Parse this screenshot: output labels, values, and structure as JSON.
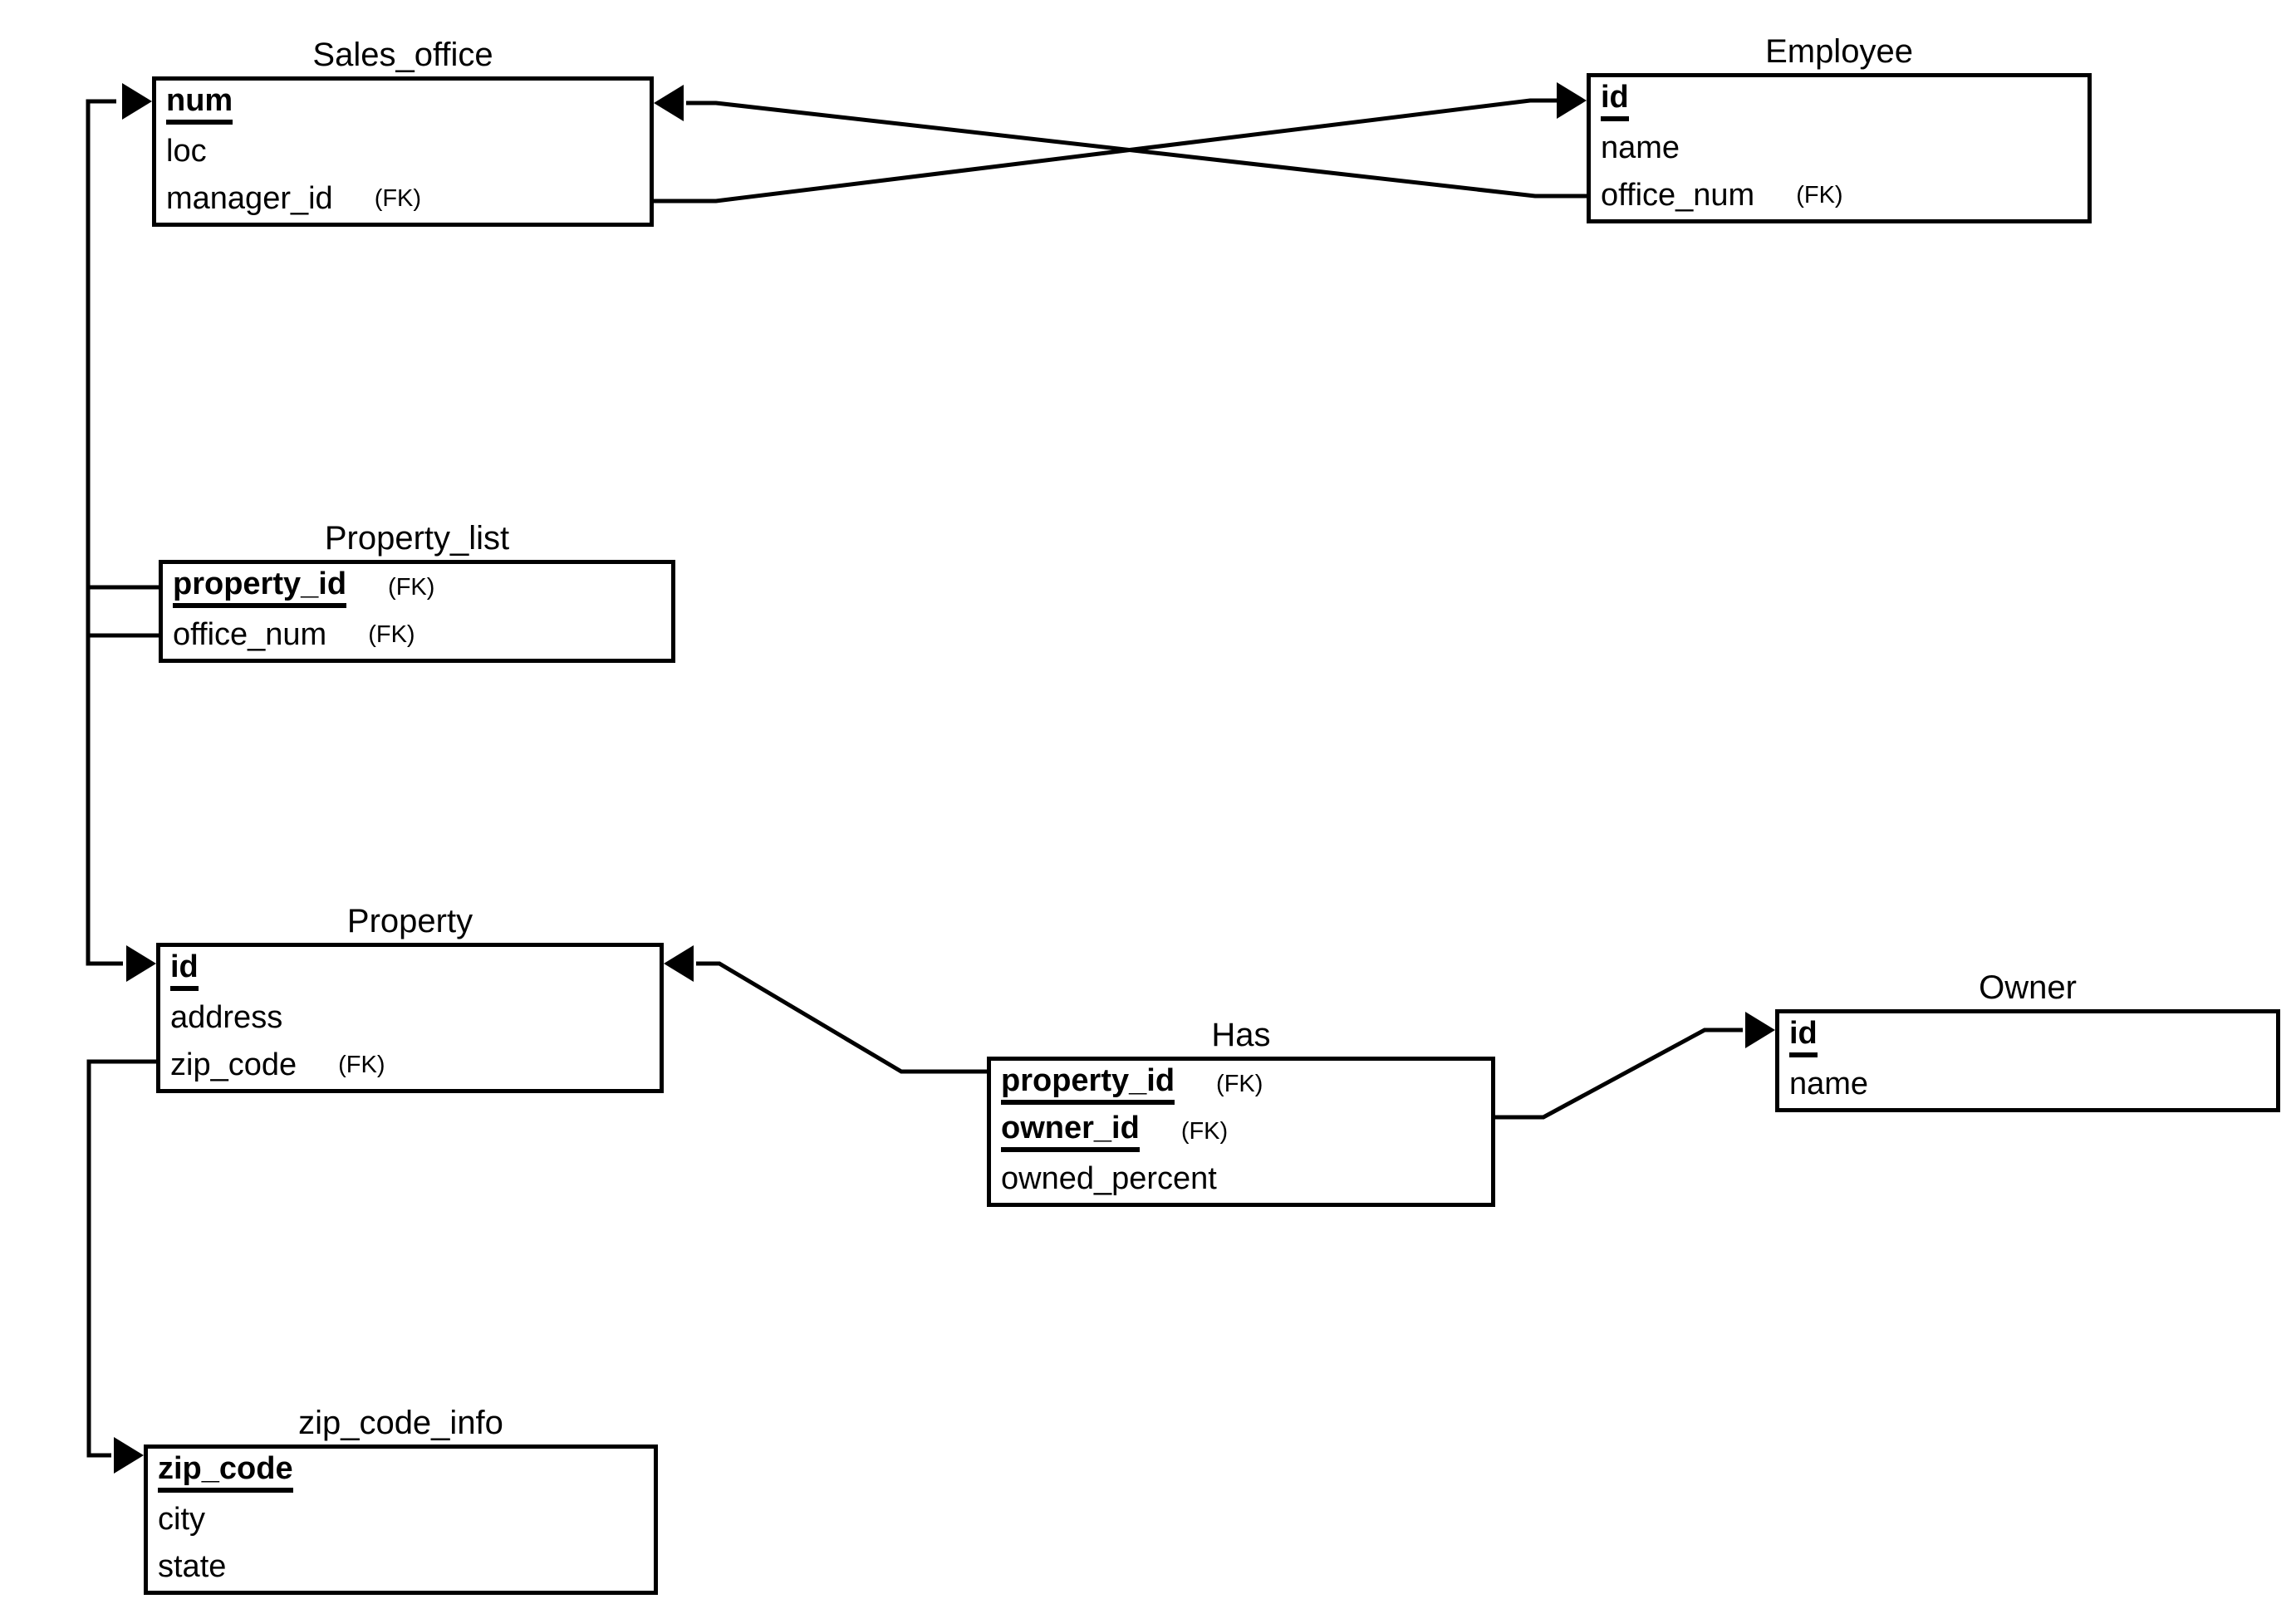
{
  "colors": {
    "ink": "#000000",
    "background": "#ffffff"
  },
  "fk_label": "(FK)",
  "entities": [
    {
      "id": "sales_office",
      "title": "Sales_office",
      "fields": [
        {
          "name": "num",
          "pk": true,
          "fk": false
        },
        {
          "name": "loc",
          "pk": false,
          "fk": false
        },
        {
          "name": "manager_id",
          "pk": false,
          "fk": true
        }
      ]
    },
    {
      "id": "employee",
      "title": "Employee",
      "fields": [
        {
          "name": "id",
          "pk": true,
          "fk": false
        },
        {
          "name": "name",
          "pk": false,
          "fk": false
        },
        {
          "name": "office_num",
          "pk": false,
          "fk": true
        }
      ]
    },
    {
      "id": "property_list",
      "title": "Property_list",
      "fields": [
        {
          "name": "property_id",
          "pk": true,
          "fk": true
        },
        {
          "name": "office_num",
          "pk": false,
          "fk": true
        }
      ]
    },
    {
      "id": "property",
      "title": "Property",
      "fields": [
        {
          "name": "id",
          "pk": true,
          "fk": false
        },
        {
          "name": "address",
          "pk": false,
          "fk": false
        },
        {
          "name": "zip_code",
          "pk": false,
          "fk": true
        }
      ]
    },
    {
      "id": "has",
      "title": "Has",
      "fields": [
        {
          "name": "property_id",
          "pk": true,
          "fk": true
        },
        {
          "name": "owner_id",
          "pk": true,
          "fk": true
        },
        {
          "name": "owned_percent",
          "pk": false,
          "fk": false
        }
      ]
    },
    {
      "id": "owner",
      "title": "Owner",
      "fields": [
        {
          "name": "id",
          "pk": true,
          "fk": false
        },
        {
          "name": "name",
          "pk": false,
          "fk": false
        }
      ]
    },
    {
      "id": "zip_code_info",
      "title": "zip_code_info",
      "fields": [
        {
          "name": "zip_code",
          "pk": true,
          "fk": false
        },
        {
          "name": "city",
          "pk": false,
          "fk": false
        },
        {
          "name": "state",
          "pk": false,
          "fk": false
        }
      ]
    }
  ],
  "relationships": [
    {
      "from": "Employee.office_num",
      "to": "Sales_office.num"
    },
    {
      "from": "Sales_office.manager_id",
      "to": "Employee.id"
    },
    {
      "from": "Property_list.office_num",
      "to": "Sales_office.num"
    },
    {
      "from": "Property_list.property_id",
      "to": "Property.id"
    },
    {
      "from": "Has.property_id",
      "to": "Property.id"
    },
    {
      "from": "Has.owner_id",
      "to": "Owner.id"
    },
    {
      "from": "Property.zip_code",
      "to": "zip_code_info.zip_code"
    }
  ]
}
